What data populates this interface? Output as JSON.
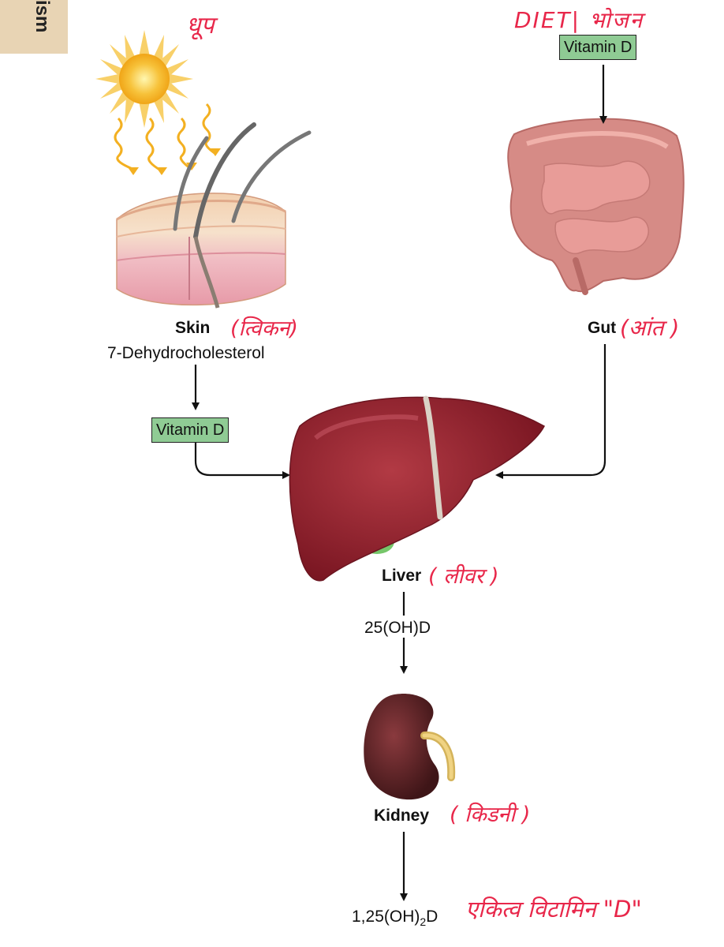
{
  "tab": {
    "text": "ism",
    "color": "#e8d4b4"
  },
  "sun": {
    "icon": "sun-icon",
    "annotation": "धूप"
  },
  "diet": {
    "annotation": "DIET| भोजन",
    "vitamin_label": "Vitamin D"
  },
  "skin": {
    "label": "Skin",
    "annotation": "(त्विकन)",
    "compound": "7-Dehydrocholesterol",
    "vitamin_label": "Vitamin D"
  },
  "gut": {
    "label": "Gut",
    "annotation": "(आंत )"
  },
  "liver": {
    "label": "Liver",
    "annotation": "( लीवर )",
    "product": "25(OH)D"
  },
  "kidney": {
    "label": "Kidney",
    "annotation": "( किडनी )",
    "product_main": "1,25(OH)",
    "product_sub": "2",
    "product_tail": "D",
    "product_annotation": "एकित्व विटामिन \"D\""
  },
  "colors": {
    "vitamin_box": "#8fcb94",
    "handwriting": "#e8274a",
    "organ_liver": "#8e1f2b",
    "organ_gut": "#d68b86",
    "organ_kidney": "#5a2226"
  }
}
